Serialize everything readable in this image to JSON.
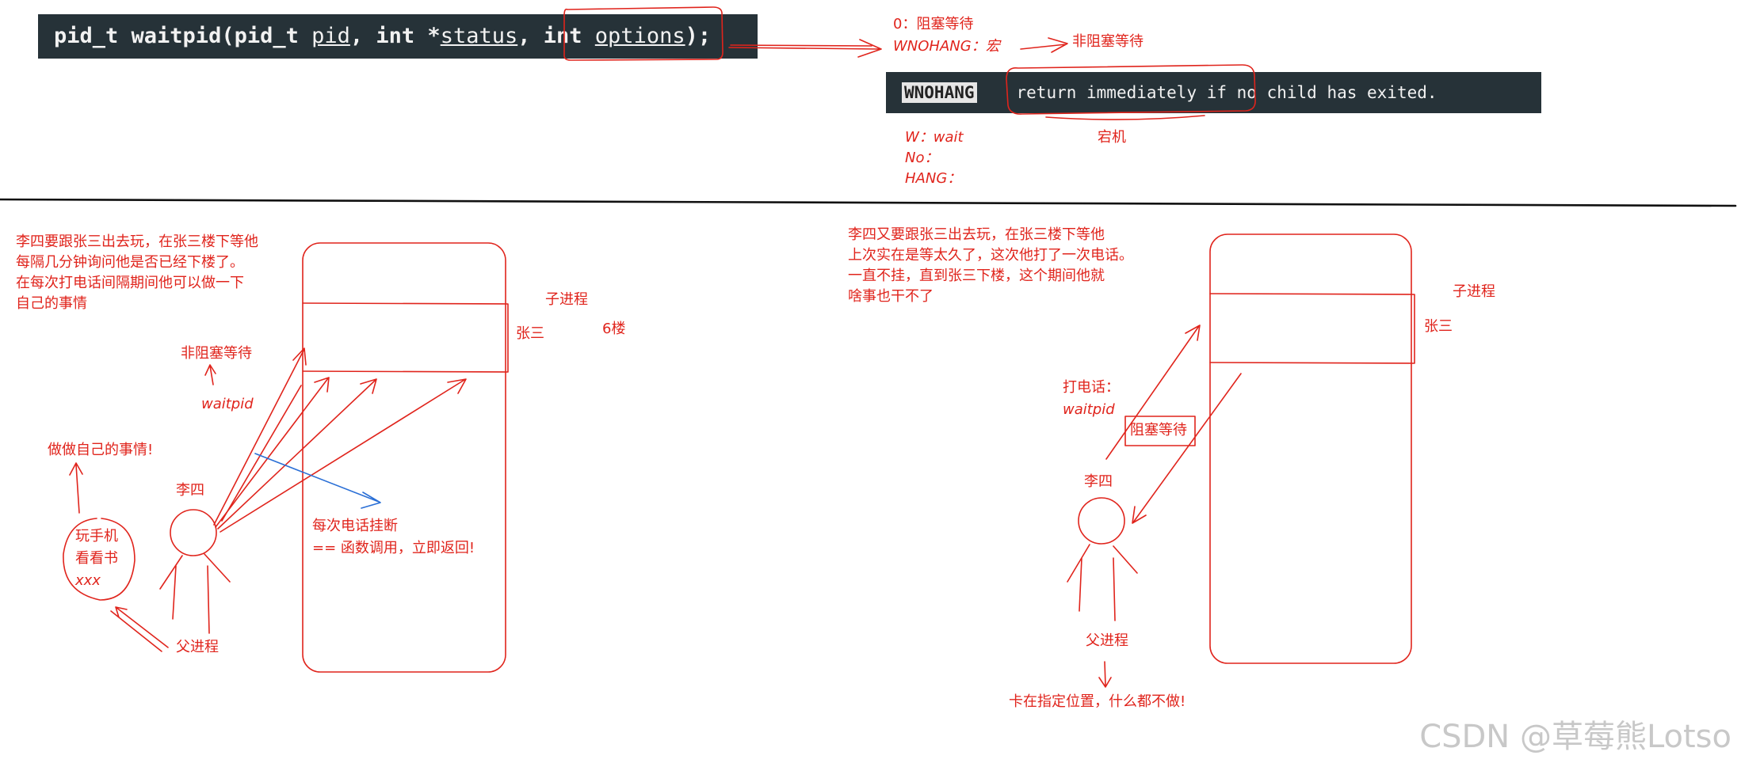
{
  "code_signature": {
    "prefix": "pid_t waitpid(pid_t ",
    "param_pid": "pid",
    "sep1": ", int *",
    "param_status": "status",
    "sep2": ", ",
    "kw_int": "int",
    "param_options": "options",
    "suffix": ");"
  },
  "options_notes": {
    "zero": "0：阻塞等待",
    "wnohang": "WNOHANG：宏",
    "wnohang_meaning": "非阻塞等待",
    "hang_meaning": "宕机",
    "w_line": "W：wait",
    "no_line": "No：",
    "hang_line": "HANG："
  },
  "manpage": {
    "keyword": "WNOHANG",
    "description": "return immediately if no child has exited."
  },
  "left_scene": {
    "story": [
      "李四要跟张三出去玩，在张三楼下等他",
      "每隔几分钟询问他是否已经下楼了。",
      "在每次打电话间隔期间他可以做一下",
      "自己的事情"
    ],
    "child_process": "子进程",
    "zhangsan": "张三",
    "floor": "6楼",
    "nonblocking": "非阻塞等待",
    "waitpid": "waitpid",
    "do_own": "做做自己的事情!",
    "lisi": "李四",
    "activities": [
      "玩手机",
      "看看书",
      "xxx"
    ],
    "parent_process": "父进程",
    "hangup": [
      "每次电话挂断",
      "== 函数调用，立即返回!"
    ]
  },
  "right_scene": {
    "story": [
      "李四又要跟张三出去玩，在张三楼下等他",
      "上次实在是等太久了，这次他打了一次电话。",
      "一直不挂，直到张三下楼，这个期间他就",
      "啥事也干不了"
    ],
    "child_process": "子进程",
    "zhangsan": "张三",
    "call": "打电话：",
    "waitpid": "waitpid",
    "blocking": "阻塞等待",
    "lisi": "李四",
    "parent_process": "父进程",
    "stuck": "卡在指定位置，什么都不做!"
  },
  "watermark": "CSDN @草莓熊Lotso",
  "colors": {
    "ink": "#e0241c",
    "blue": "#2a6fd6",
    "code_bg": "#263238"
  }
}
